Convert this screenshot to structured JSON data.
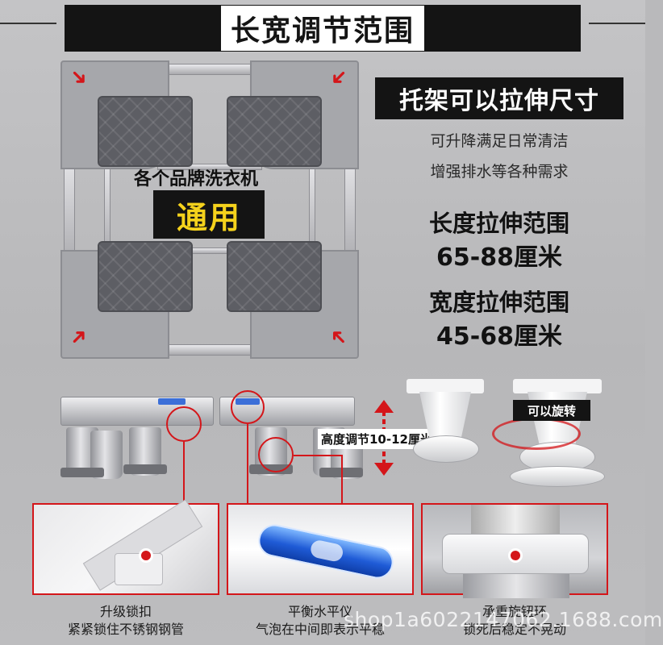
{
  "banner": {
    "title": "长宽调节范围"
  },
  "rack": {
    "brand_line": "各个品牌洗衣机",
    "badge": "通用"
  },
  "stretch": {
    "pill": "托架可以拉伸尺寸",
    "note_1": "可升降满足日常清洁",
    "note_2": "增强排水等各种需求",
    "length_title": "长度拉伸范围",
    "length_value": "65-88厘米",
    "width_title": "宽度拉伸范围",
    "width_value": "45-68厘米"
  },
  "side_view": {
    "height_label": "高度调节10-12厘米",
    "rotate_label": "可以旋转"
  },
  "details": [
    {
      "line_1": "升级锁扣",
      "line_2": "紧紧锁住不锈钢钢管"
    },
    {
      "line_1": "平衡水平仪",
      "line_2": "气泡在中间即表示平稳"
    },
    {
      "line_1": "承重旋钮环",
      "line_2": "锁死后稳定不晃动"
    }
  ],
  "watermark": "shop1a6022147062.1688.com",
  "colors": {
    "accent_red": "#d4161a",
    "badge_yellow": "#f5d21c",
    "dark": "#141414"
  }
}
